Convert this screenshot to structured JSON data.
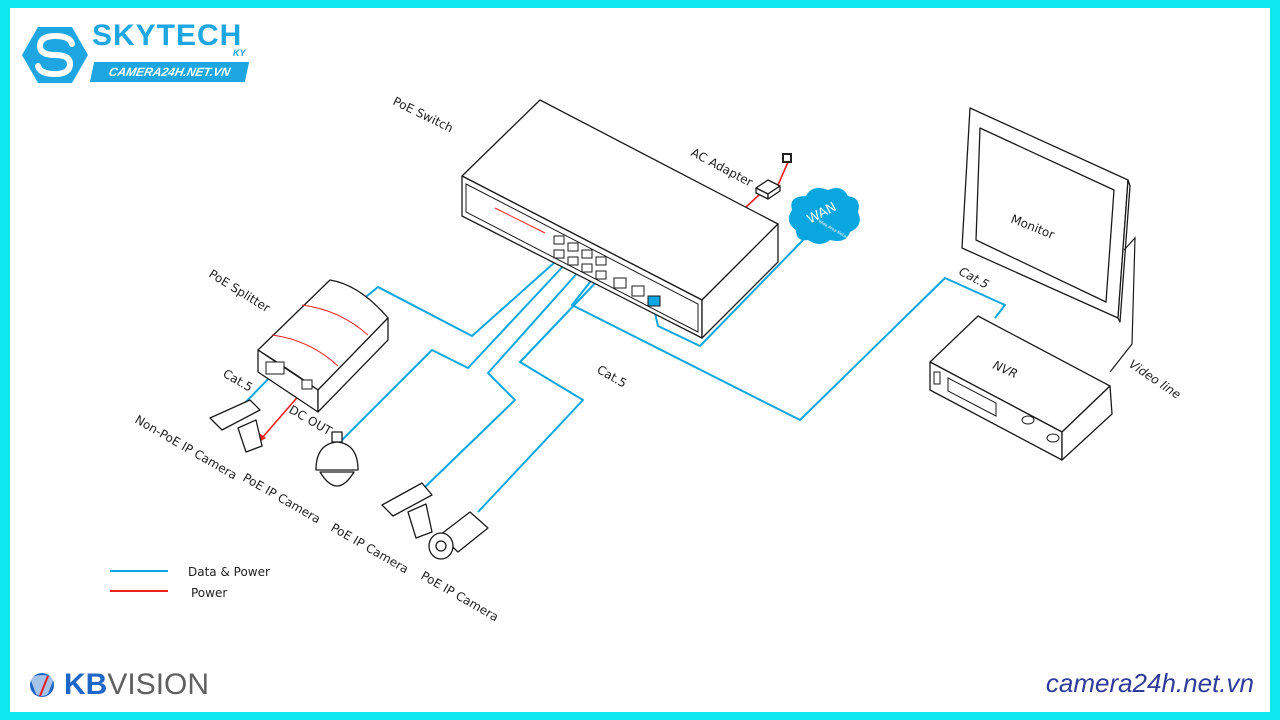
{
  "brand": {
    "skytech_title": "SKYTECH",
    "skytech_ky": "KY",
    "skytech_sub": "CAMERA24H.NET.VN",
    "kbvision_kb": "KB",
    "kbvision_vision": "VISION",
    "website": "camera24h.net.vn"
  },
  "labels": {
    "poe_switch": "PoE Switch",
    "ac_adapter": "AC Adapter",
    "wan": "WAN",
    "wan_sub": "Wide Area Network",
    "monitor": "Monitor",
    "nvr": "NVR",
    "video_line": "Video line",
    "cat5_nvr": "Cat.5",
    "cat5_mid": "Cat.5",
    "cat5_splitter": "Cat.5",
    "poe_splitter": "PoE Splitter",
    "dc_out": "DC OUT"
  },
  "cameras": [
    {
      "label": "Non-PoE IP Camera",
      "type": "box"
    },
    {
      "label": "PoE IP Camera",
      "type": "dome"
    },
    {
      "label": "PoE IP Camera",
      "type": "box"
    },
    {
      "label": "PoE IP Camera",
      "type": "bullet"
    }
  ],
  "legend": [
    {
      "label": "Data & Power",
      "color": "#0aa6e0"
    },
    {
      "label": "Power",
      "color": "#e82020"
    }
  ],
  "colors": {
    "frame": "#0ee8ee",
    "data_line": "#0aa6e0",
    "power_line": "#e82020",
    "brand_blue": "#1ea6e3"
  }
}
